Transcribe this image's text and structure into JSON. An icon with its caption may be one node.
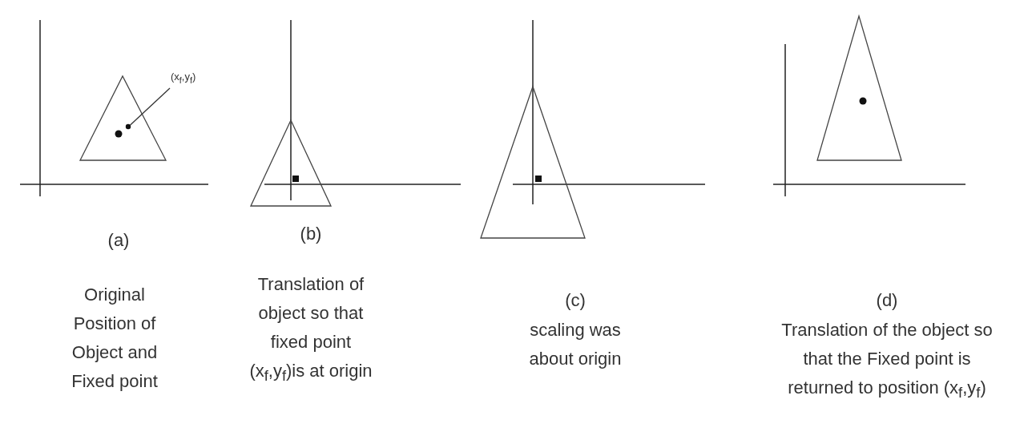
{
  "diagram": {
    "nodes": [
      {
        "text": [
          "(x$_{f}$,y$_{f}$)"
        ]
      },
      {
        "text": [],
        "shape": "circle"
      }
    ],
    "edges": [
      {
        "from": 0,
        "to": 1,
        "arrow": "none"
      }
    ],
    "labels": [
      "(a)",
      "Original Position of Object and Fixed point",
      "(b)",
      "Translation of object so that fixed point (x$_{f}$,y$_{f}$)is at origin",
      "(c)",
      "scaling was about origin",
      "(d)",
      "Translation of the object so that the Fixed point is returned to position (x$_{f}$,y$_{f}$)"
    ]
  }
}
